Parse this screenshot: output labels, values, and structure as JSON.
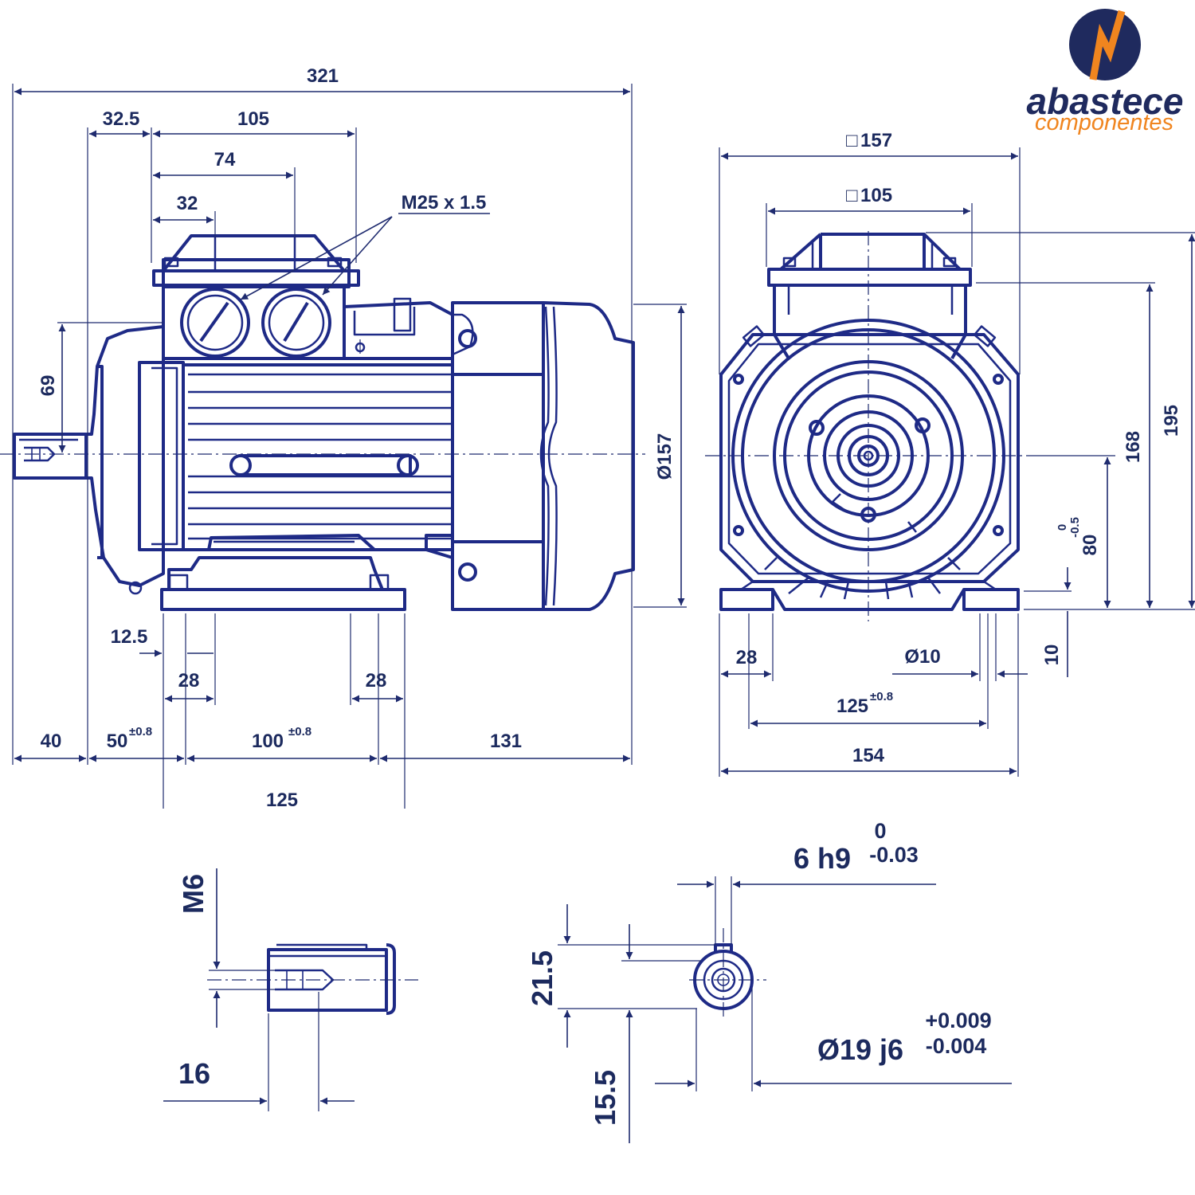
{
  "brand": {
    "name": "abastece",
    "tagline": "componentes",
    "colors": {
      "navy": "#1f2a5e",
      "orange": "#f0851f",
      "drawing": "#1e2a86"
    }
  },
  "side_view": {
    "overall_length": "321",
    "terminal_box_offset": "32.5",
    "terminal_box_length": "105",
    "gland_spacing": "74",
    "gland_first": "32",
    "cable_gland": "M25 x 1.5",
    "shaft_height_from_box": "69",
    "frame_diameter": "Ø157",
    "foot_edge": "12.5",
    "foot_width_left": "28",
    "foot_width_right": "28",
    "shaft_length": "40",
    "shaft_to_hole": "50",
    "shaft_to_hole_tol": "±0.8",
    "hole_spacing": "100",
    "hole_spacing_tol": "±0.8",
    "rear_length": "131",
    "foot_length": "125"
  },
  "front_view": {
    "box_square_outer": "157",
    "box_square_inner": "105",
    "square_symbol": "□",
    "overall_height": "195",
    "box_height": "168",
    "shaft_height": "80",
    "shaft_height_tol_upper": "0",
    "shaft_height_tol_lower": "-0.5",
    "foot_thickness": "10",
    "foot_width": "28",
    "hole_diameter": "Ø10",
    "hole_spacing": "125",
    "hole_spacing_tol": "±0.8",
    "overall_width": "154"
  },
  "shaft_detail": {
    "thread": "M6",
    "thread_depth": "16",
    "key_height": "21.5",
    "shaft_center": "15.5",
    "key_width": "6 h9",
    "key_tol_upper": "0",
    "key_tol_lower": "-0.03",
    "shaft_diameter": "Ø19 j6",
    "shaft_tol_upper": "+0.009",
    "shaft_tol_lower": "-0.004"
  }
}
